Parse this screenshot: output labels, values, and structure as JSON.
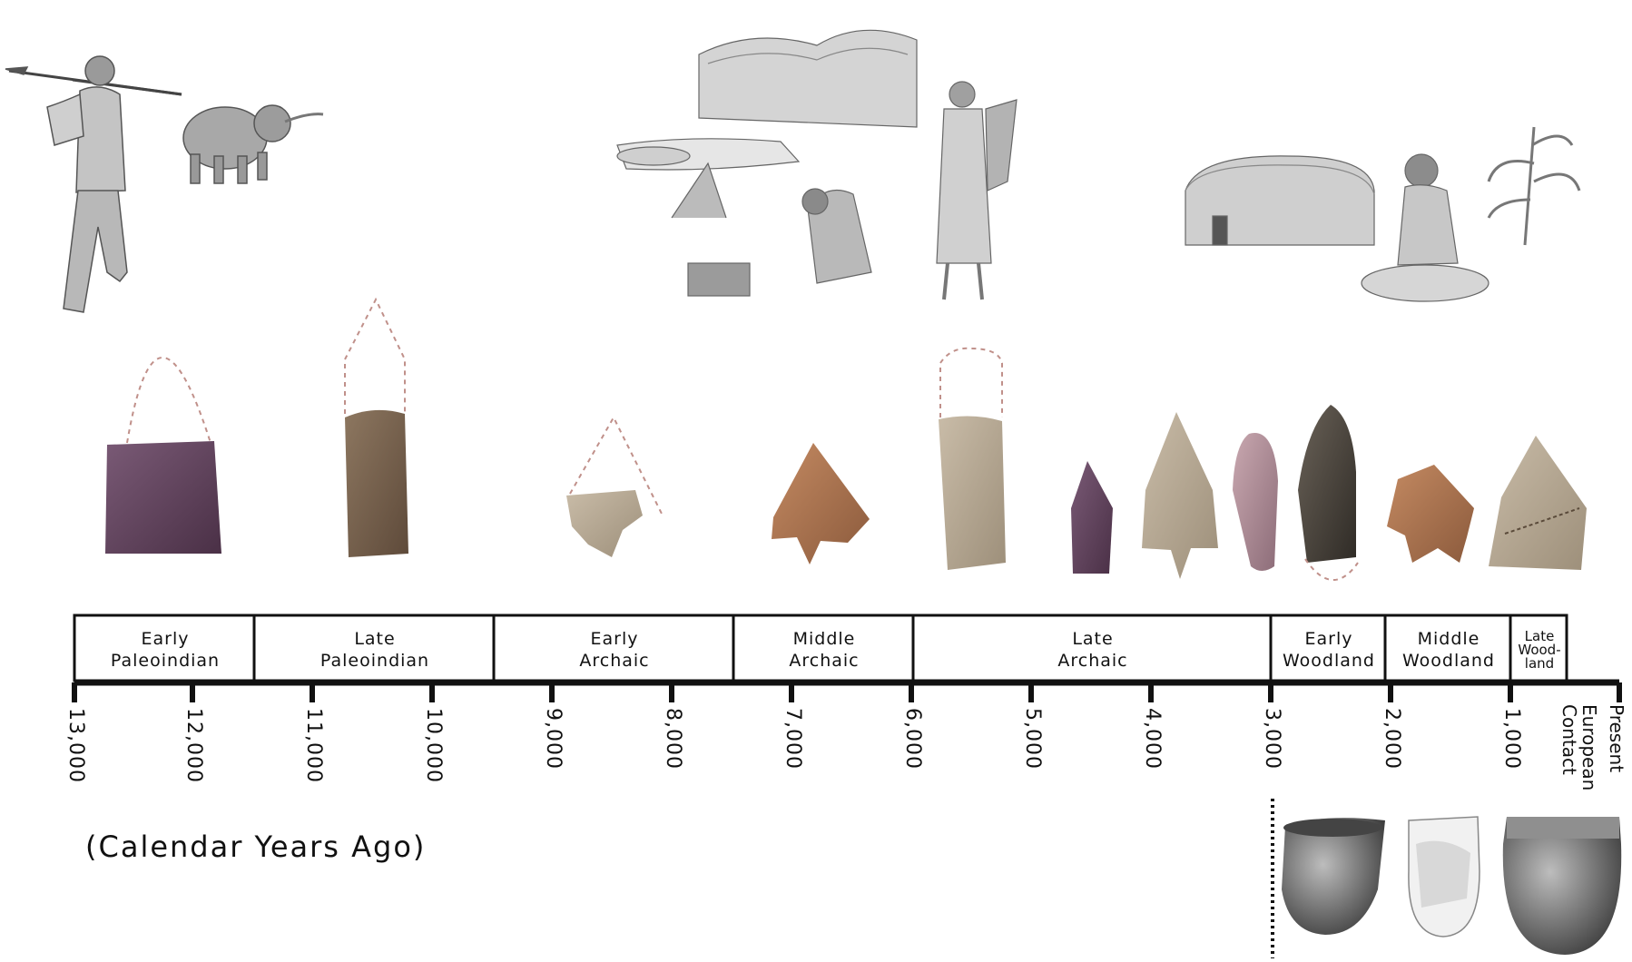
{
  "periods": [
    {
      "label": "Early\nPaleoindian"
    },
    {
      "label": "Late\nPaleoindian"
    },
    {
      "label": "Early\nArchaic"
    },
    {
      "label": "Middle\nArchaic"
    },
    {
      "label": "Late\nArchaic"
    },
    {
      "label": "Early\nWoodland"
    },
    {
      "label": "Middle\nWoodland"
    },
    {
      "label": "Late\nWood-\nland"
    }
  ],
  "ticks": [
    "13,000",
    "12,000",
    "11,000",
    "10,000",
    "9,000",
    "8,000",
    "7,000",
    "6,000",
    "5,000",
    "4,000",
    "3,000",
    "2,000",
    "1,000"
  ],
  "end_labels": {
    "contact": "European\nContact",
    "present": "Present"
  },
  "caption": "(Calendar Years Ago)",
  "colors": {
    "line": "#111111",
    "dashed_outline": "#c0908a",
    "point_purple": "#6b4d66",
    "point_brown": "#8a6d55",
    "point_tan": "#b5a48b",
    "point_orange": "#b57a55"
  },
  "illustrations": {
    "left": "paleoindian-hunter-with-mammoth",
    "center": "archaic-camp-scene",
    "right": "woodland-longhouse-and-potter",
    "bottom": "woodland-pottery-vessels"
  }
}
